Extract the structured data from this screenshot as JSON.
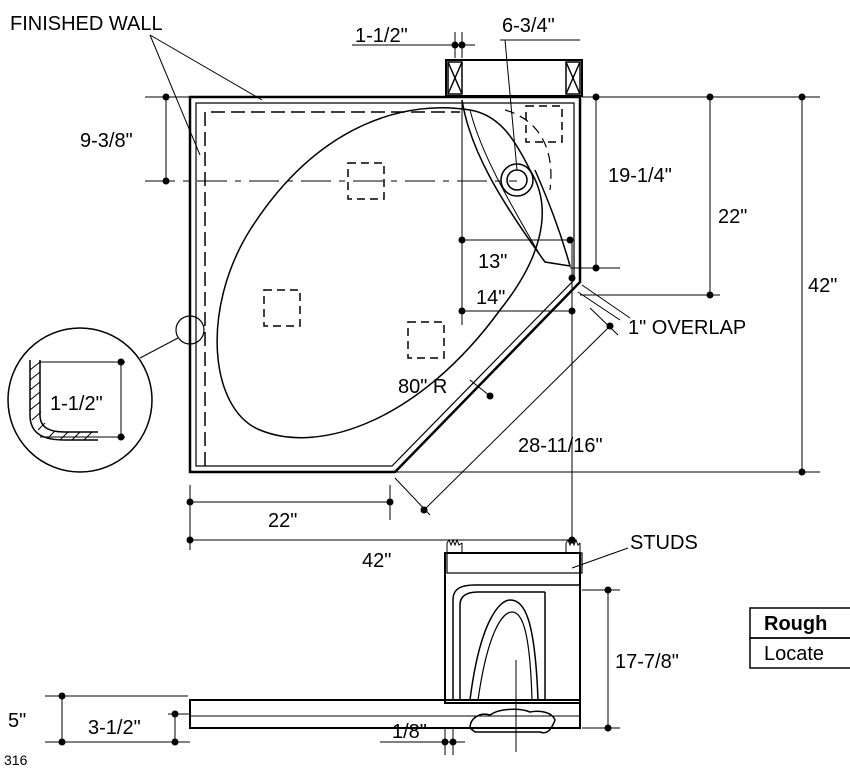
{
  "labels": {
    "finished_wall": "FINISHED WALL",
    "dim_1_1_2_top": "1-1/2\"",
    "dim_6_3_4": "6-3/4\"",
    "dim_9_3_8": "9-3/8\"",
    "dim_19_1_4": "19-1/4\"",
    "dim_22_right": "22\"",
    "dim_42_right": "42\"",
    "dim_13": "13\"",
    "dim_14": "14\"",
    "overlap": "1\" OVERLAP",
    "radius": "80\" R",
    "dim_1_1_2_detail": "1-1/2\"",
    "dim_28_11_16": "28-11/16\"",
    "dim_22_bottom": "22\"",
    "dim_42_bottom": "42\"",
    "studs": "STUDS",
    "dim_17_7_8": "17-7/8\"",
    "dim_5": "5\"",
    "dim_3_1_2": "3-1/2\"",
    "dim_1_8": "1/8\"",
    "page_number": "316"
  },
  "table": {
    "header": "Rough",
    "row1": "Locate"
  }
}
